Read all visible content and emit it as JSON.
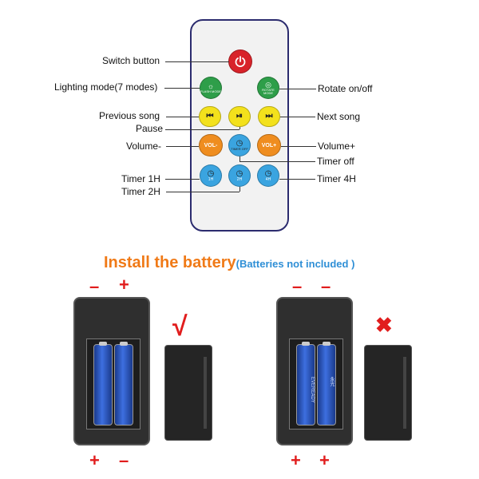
{
  "labels": {
    "switch": "Switch button",
    "lighting_mode": "Lighting mode(7 modes)",
    "rotate": "Rotate on/off",
    "previous": "Previous song",
    "next": "Next song",
    "pause": "Pause",
    "volume_minus": "Volume-",
    "volume_plus": "Volume+",
    "timer_off": "Timer off",
    "timer_1h": "Timer 1H",
    "timer_4h": "Timer 4H",
    "timer_2h": "Timer 2H"
  },
  "buttons": {
    "flash_mode": "FLASH MODE",
    "rotate_mode": "ROTATE MODE",
    "vol_minus": "VOL-",
    "vol_plus": "VOL+",
    "timer_off": "TIMER OFF",
    "h1": "1H",
    "h2": "2H",
    "h4": "4H"
  },
  "battery_section": {
    "title": "Install the battery",
    "subtitle": "(Batteries not included )",
    "left_top_signs": [
      "–",
      "+"
    ],
    "left_bottom_signs": [
      "+",
      "–"
    ],
    "right_top_signs": [
      "–",
      "–"
    ],
    "right_bottom_signs": [
      "+",
      "+"
    ],
    "correct_mark": "√",
    "wrong_mark": "✖"
  },
  "battery_brands": {
    "left_a": "",
    "left_b": "",
    "right_a": "EVEREADY",
    "right_b": "永光"
  },
  "colors": {
    "power": "#d8232a",
    "mode": "#2e9e49",
    "media": "#f3e11c",
    "volume": "#ef8d1f",
    "timer": "#3aa4e0",
    "title": "#f07a17",
    "subtitle": "#2f8fd6",
    "sign": "#e11d1d"
  }
}
